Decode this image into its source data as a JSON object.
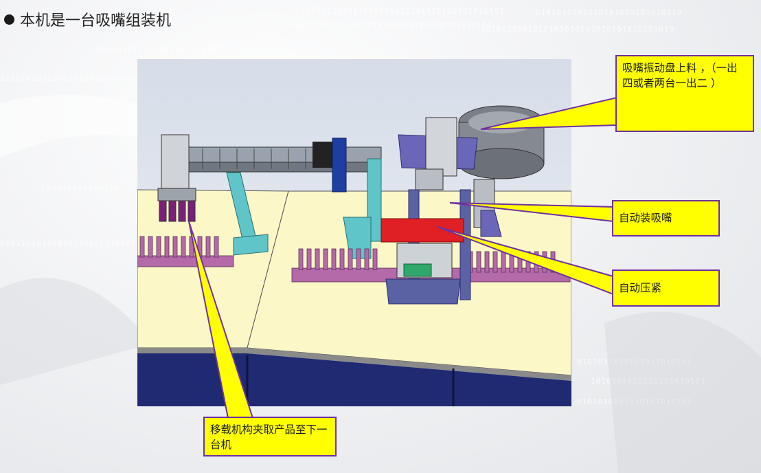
{
  "slide": {
    "title": "本机是一台吸嘴组装机"
  },
  "callouts": {
    "feeder": "吸嘴振动盘上料 ，（一出四或者两台一出二 ）",
    "auto_install": "自动装吸嘴",
    "auto_press": "自动压紧",
    "transfer": "移载机构夹取产品至下一台机"
  },
  "colors": {
    "callout_fill": "#ffff00",
    "callout_border": "#7030a0",
    "table_top": "#fbf7c7",
    "cabinet": "#1f2a73",
    "frame": "#5fc5c8",
    "clamp_block": "#e02024",
    "mount_plate": "#6a66b8"
  }
}
